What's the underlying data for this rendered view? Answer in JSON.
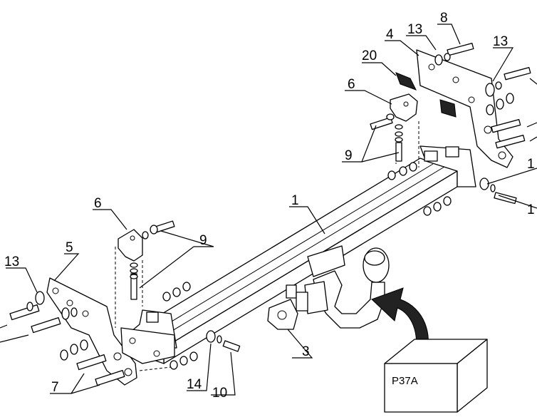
{
  "callouts": {
    "c1": "1",
    "c3": "3",
    "c4": "4",
    "c5": "5",
    "c6a": "6",
    "c6b": "6",
    "c7": "7",
    "c8": "8",
    "c9a": "9",
    "c9b": "9",
    "c10": "10",
    "c13a": "13",
    "c13b": "13",
    "c13c": "13",
    "c14a": "14",
    "c14b": "1",
    "c1r": "1",
    "c20": "20"
  },
  "product_box": {
    "label": "P37A"
  },
  "colors": {
    "line": "#000000",
    "background": "#ffffff",
    "arrow": "#000000"
  }
}
